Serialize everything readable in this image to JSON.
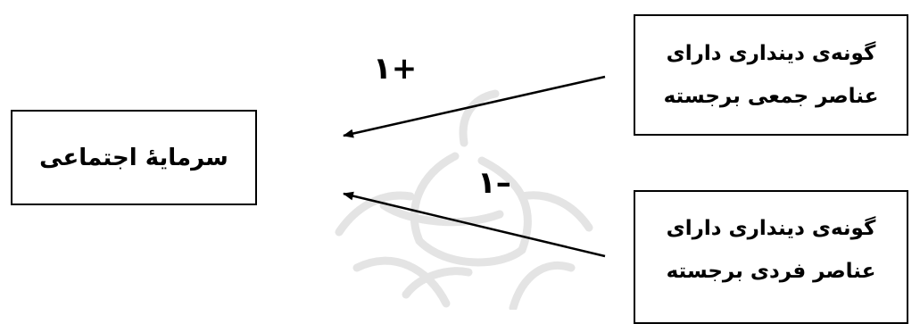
{
  "colors": {
    "line": "#000000",
    "watermark": "#e4e4e4"
  },
  "diagram": {
    "node_target": {
      "text": "سرمایهٔ اجتماعی"
    },
    "node_collective": {
      "line1": "گونه‌ی دینداری دارای",
      "line2": "عناصر جمعی برجسته"
    },
    "node_individual": {
      "line1": "گونه‌ی دینداری دارای",
      "line2": "عناصر  فردی برجسته"
    },
    "edges": [
      {
        "from": "node_collective",
        "to": "node_target",
        "label": "۱+"
      },
      {
        "from": "node_individual",
        "to": "node_target",
        "label": "۱–"
      }
    ]
  }
}
